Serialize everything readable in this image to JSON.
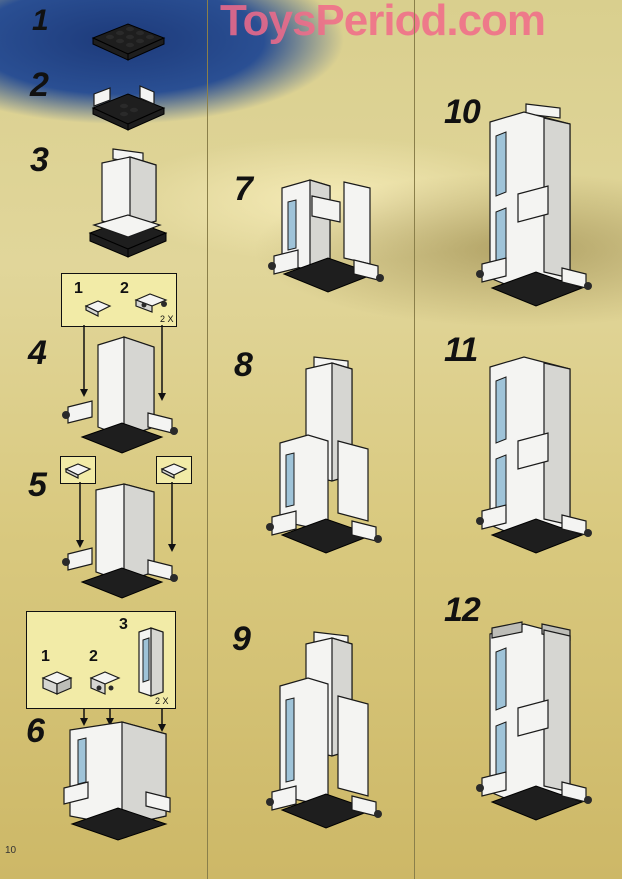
{
  "watermark": "ToysPeriod.com",
  "page_number": "10",
  "steps": [
    "1",
    "2",
    "3",
    "4",
    "5",
    "6",
    "7",
    "8",
    "9",
    "10",
    "11",
    "12"
  ],
  "sub_assembly_4": {
    "labels": [
      "1",
      "2"
    ],
    "multiplier": "2 X"
  },
  "sub_assembly_6": {
    "labels": [
      "1",
      "2",
      "3"
    ],
    "multiplier": "2 X"
  }
}
